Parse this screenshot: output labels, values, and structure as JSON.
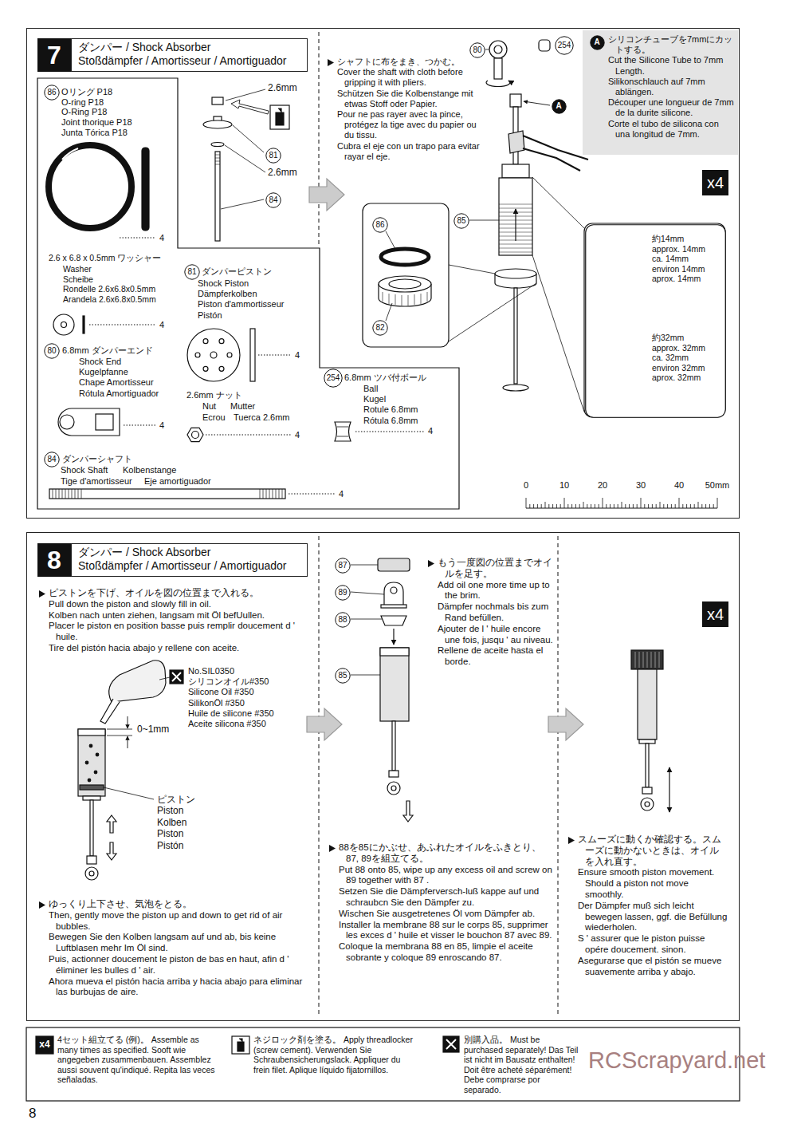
{
  "diagram": {
    "nodes": [
      {
        "text": [
          "シャフトに布をまき、つかむ。",
          "Cover the shaft with cloth before gripping it with pliers.",
          "Schützen Sie die Kolbenstange mit etwas Stoff oder Papier.",
          "Pour ne pas rayer avec la pince, protégez la tige avec du papier ou du tissu.",
          "Cubra el eje con un trapo para evitar rayar el eje."
        ]
      },
      {
        "text": [
          "7"
        ],
        "in": 0
      },
      {
        "text": [
          "ダンパー / Shock Absorber",
          "Stoßdämpfer / Amortisseur / Amortiguador"
        ],
        "in": 0
      },
      {
        "text": [
          "Oリング P18",
          "O-ring P18",
          "O-Ring P18",
          "Joint thorique P18",
          "Junta Tórica P18",
          "4",
          "2.6 x 6.8 x 0.5mm ワッシャー",
          "Washer",
          "Scheibe",
          "Rondelle 2.6x6.8x0.5mm",
          "Arandela 2.6x6.8x0.5mm",
          "4",
          "ダンパーピストン",
          "Shock Piston",
          "Dämpferkolben",
          "Piston d'ammortisseur",
          "Pistón",
          "4",
          "6.8mm ダンパーエンド",
          "Shock End",
          "Kugelpfanne",
          "Chape Amortisseur",
          "Rótula Amortiguador",
          "4",
          "2.6mm ナット",
          "Nut",
          "Mutter",
          "Ecrou",
          "Tuerca 2.6mm",
          "4",
          "6.8mm ツバ付ボール",
          "Ball",
          "Kugel",
          "Rotule 6.8mm",
          "Rótula 6.8mm",
          "4",
          "ダンパーシャフト",
          "Shock Shaft",
          "Kolbenstange",
          "Tige d'amortisseur",
          "Eje amortiguador",
          "4"
        ],
        "in": 0
      },
      {
        "text": [
          "86"
        ],
        "in": 3
      },
      {
        "text": [
          "81"
        ],
        "in": 3
      },
      {
        "text": [
          "80"
        ],
        "in": 3
      },
      {
        "text": [
          "84"
        ],
        "in": 3
      },
      {
        "text": [
          "254"
        ],
        "in": 3
      },
      {
        "text": [
          "81"
        ],
        "in": 0
      },
      {
        "text": [
          "84"
        ],
        "in": 0
      },
      {
        "text": [
          "シリコンチューブを7mmにカットする。",
          "Cut the Silicone Tube to 7mm Length.",
          "Silikonschlauch auf 7mm ablängen.",
          "Découper une longueur de 7mm de la durite silicone.",
          "Corte el tubo de silicona con una longitud de 7mm."
        ],
        "in": 0
      },
      {
        "text": [
          "A"
        ],
        "in": 11
      },
      {
        "text": [
          "80"
        ],
        "in": 0
      },
      {
        "text": [
          "254"
        ],
        "in": 0
      },
      {
        "text": [
          "A"
        ],
        "in": 0
      },
      {
        "text": [
          "x4"
        ],
        "in": 0
      },
      {
        "text": [
          "86"
        ],
        "in": 0
      },
      {
        "text": [
          "85"
        ],
        "in": 0
      },
      {
        "text": [
          "82"
        ],
        "in": 0
      },
      {
        "text": [
          "約14mm",
          "approx. 14mm",
          "ca. 14mm",
          "environ 14mm",
          "aprox. 14mm",
          "約32mm",
          "approx. 32mm",
          "ca. 32mm",
          "environ 32mm",
          "aprox. 32mm"
        ],
        "in": 0
      },
      {
        "text": [
          "ピストンを下げ、オイルを図の位置まで入れる。",
          "Pull down the piston and slowly fill in oil.",
          "Kolben nach unten ziehen, langsam mit Öl befUullen.",
          "Placer le piston en position basse puis remplir doucement d ' huile.",
          "Tire del pistón hacia abajo y rellene con aceite.",
          "もう一度図の位置までオイルを足す。",
          "Add oil one more time up to the brim.",
          "Dämpfer nochmals bis zum Rand befüllen.",
          "Ajouter de l ' huile encore une fois, jusqu ' au niveau.",
          "Rellene de aceite hasta el borde.",
          "ゆっくり上下させ、気泡をとる。",
          "Then, gently move the piston up and down to get rid of air bubbles.",
          "Bewegen Sie den Kolben langsam auf und ab, bis keine Luftblasen mehr Im Öl sind.",
          "Puis, actionner doucement le piston de bas en haut, afin d ' éliminer les bulles d ' air.",
          "Ahora mueva el pistón hacia arriba y hacia abajo para eliminar las burbujas de aire.",
          "88を85にかぶせ、あふれたオイルをふきとり、87, 89を組立てる。",
          "Put 88 onto 85, wipe up any excess oil and screw on 89 together with 87 .",
          "Setzen Sie die Dämpferversch-luß kappe auf und schraubcn Sie den Dämpfer zu.",
          "Wischen Sie ausgetretenes Öl vom Dämpfer ab.",
          "Installer la membrane 88 sur le corps 85, supprimer les exces d ' huile et visser le bouchon 87 avec 89.",
          "Coloque la membrana 88 en 85, limpie el aceite sobrante y coloque 89 enroscando 87.",
          "スムーズに動くか確認する。スムーズに動かないときは、オイルを入れ直す。",
          "Ensure smooth piston movement. Should a piston not move smoothly.",
          "Der Dämpfer muß sich leicht bewegen lassen, ggf. die Befüllung wiederholen.",
          "S ' assurer que le piston puisse opére doucement. sinon.",
          "Asegurarse que el pistón se mueve suavemente arriba y abajo."
        ]
      },
      {
        "text": [
          "8"
        ],
        "in": 21
      },
      {
        "text": [
          "ダンパー / Shock Absorber",
          "Stoßdämpfer / Amortisseur / Amortiguador"
        ],
        "in": 21
      },
      {
        "text": [
          "87"
        ],
        "in": 21
      },
      {
        "text": [
          "89"
        ],
        "in": 21
      },
      {
        "text": [
          "88"
        ],
        "in": 21
      },
      {
        "text": [
          "85"
        ],
        "in": 21
      },
      {
        "text": [
          "x4"
        ],
        "in": 21
      }
    ],
    "labels": [
      "2.6mm",
      "2.6mm",
      "0",
      "10",
      "20",
      "30",
      "40",
      "50mm",
      "No.SIL0350",
      "シリコンオイル#350",
      "Silicone Oil #350",
      "SilikonÖl #350",
      "Huile de silicone #350",
      "Aceite silicona #350",
      "0~1mm",
      "ピストン",
      "Piston",
      "Kolben",
      "Piston",
      "Pistón",
      "x4",
      "RCScrapyard.net",
      "8"
    ],
    "legend": [
      {
        "text": "4セット組立てる (例)。 Assemble as many times as specified. Sooft wie angegeben zusammenbauen. Assemblez aussi souvent qu'indiqué. Repita las veces señaladas."
      },
      {
        "text": "ネジロック剤を塗る。 Apply threadlocker (screw cement). Verwenden Sie Schraubensicherungslack. Appliquer du frein filet. Aplique líquido fijatornillos."
      },
      {
        "text": "別購入品。 Must be purchased separately! Das Teil ist nicht im Bausatz enthalten! Doit être acheté séparément! Debe comprarse por separado."
      }
    ]
  }
}
